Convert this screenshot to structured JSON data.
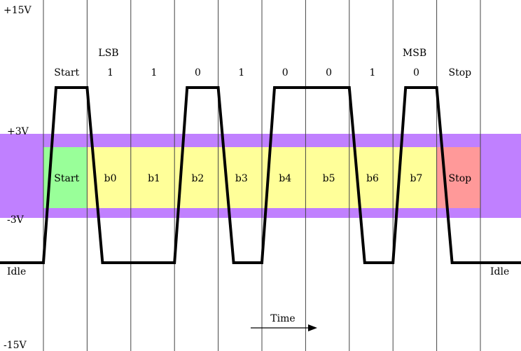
{
  "colors": {
    "band": "#c080ff",
    "data": "#ffff99",
    "start": "#99ff99",
    "stop": "#ff9999"
  },
  "voltages": {
    "top": "+15V",
    "plus3": "+3V",
    "minus3": "-3V",
    "bottom": "-15V"
  },
  "idle_left": "Idle",
  "idle_right": "Idle",
  "lsb_label": "LSB",
  "msb_label": "MSB",
  "bit_values": [
    "Start",
    "1",
    "1",
    "0",
    "1",
    "0",
    "0",
    "1",
    "0",
    "Stop"
  ],
  "bit_names": [
    "Start",
    "b0",
    "b1",
    "b2",
    "b3",
    "b4",
    "b5",
    "b6",
    "b7",
    "Stop"
  ],
  "time_label": "Time"
}
